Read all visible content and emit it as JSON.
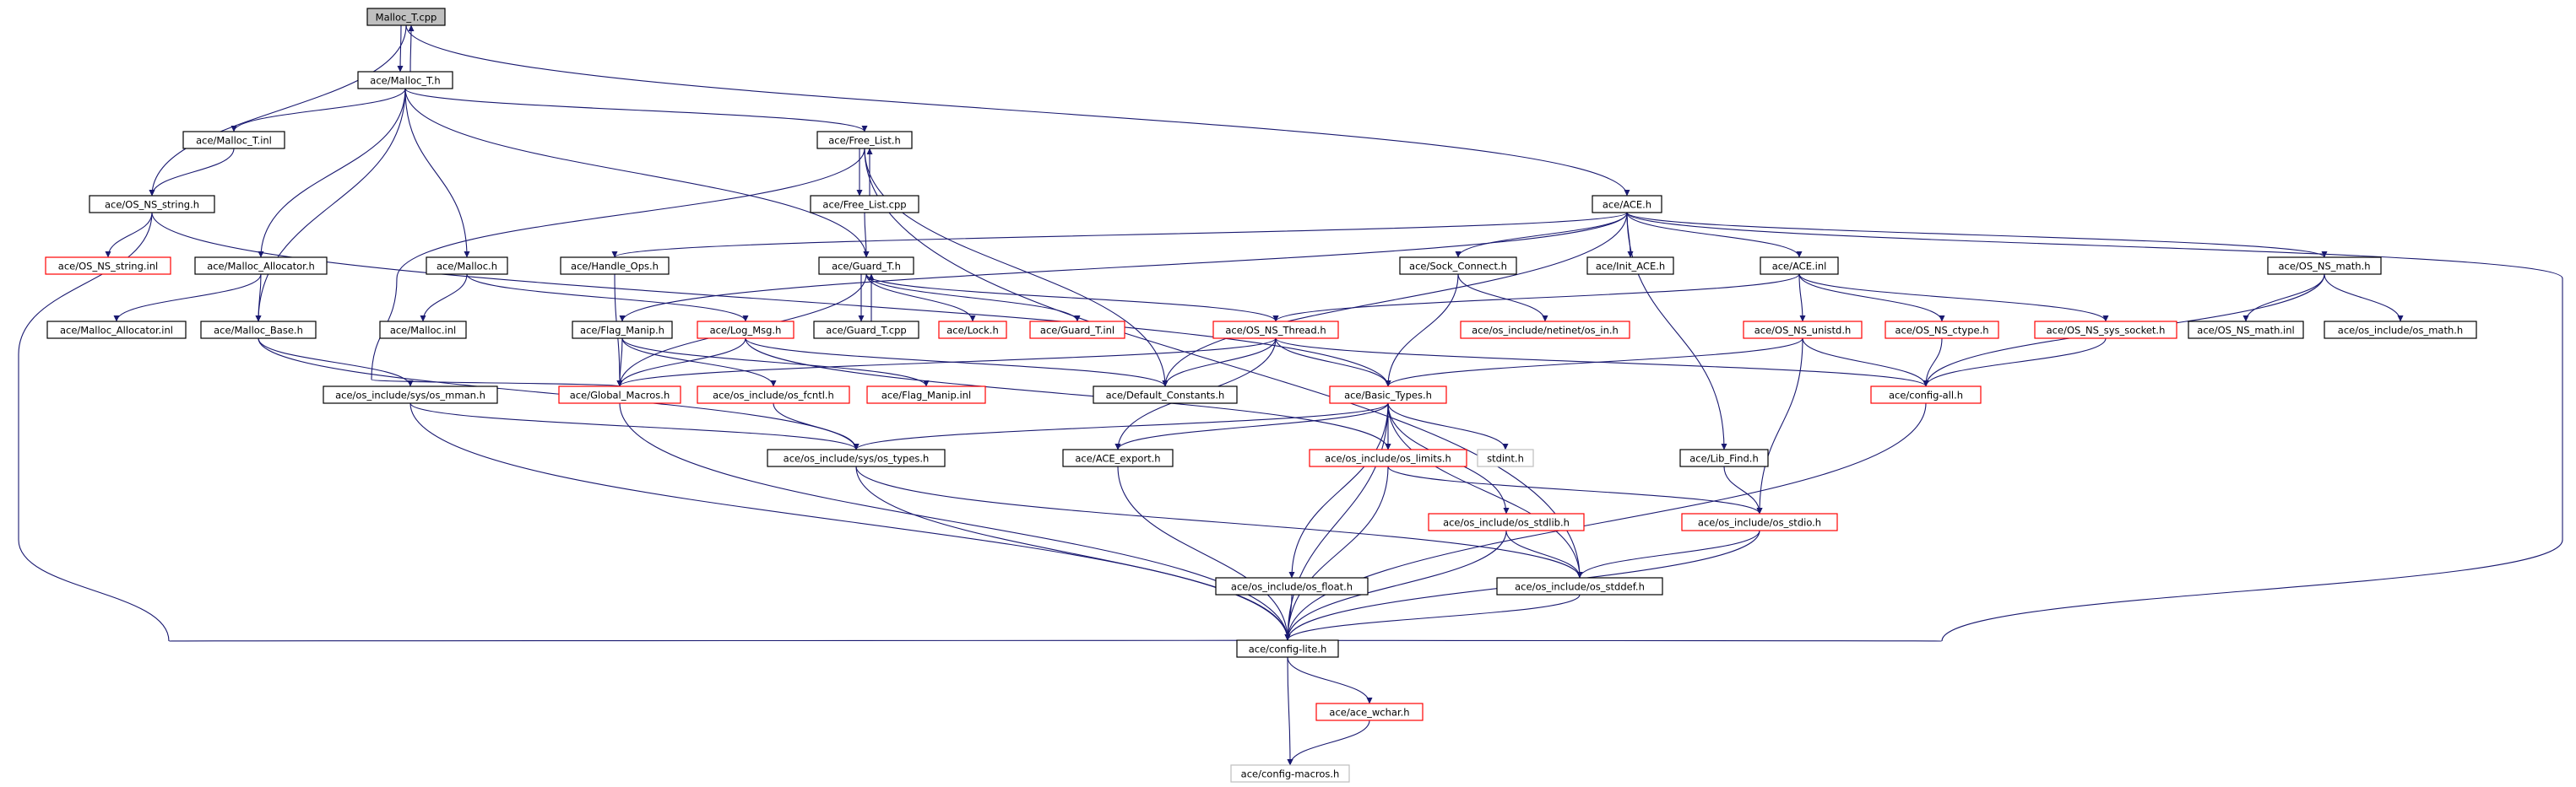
{
  "diagram": {
    "root": "Malloc_T.cpp",
    "colors": {
      "edge": "#191970",
      "border": "#000000",
      "incomplete_border": "#ff0000",
      "external_border": "#bfbfbf",
      "root_fill": "#bfbfbf",
      "background": "#ffffff"
    },
    "nodes": [
      {
        "id": "malloc_t_cpp",
        "label": "Malloc_T.cpp",
        "style": "root"
      },
      {
        "id": "malloc_t_h",
        "label": "ace/Malloc_T.h",
        "style": "normal"
      },
      {
        "id": "malloc_t_inl",
        "label": "ace/Malloc_T.inl",
        "style": "normal"
      },
      {
        "id": "free_list_h",
        "label": "ace/Free_List.h",
        "style": "normal"
      },
      {
        "id": "free_list_cpp",
        "label": "ace/Free_List.cpp",
        "style": "normal"
      },
      {
        "id": "os_ns_string_h",
        "label": "ace/OS_NS_string.h",
        "style": "normal"
      },
      {
        "id": "ace_h",
        "label": "ace/ACE.h",
        "style": "normal"
      },
      {
        "id": "os_ns_string_inl",
        "label": "ace/OS_NS_string.inl",
        "style": "incomplete"
      },
      {
        "id": "malloc_allocator_h",
        "label": "ace/Malloc_Allocator.h",
        "style": "normal"
      },
      {
        "id": "malloc_h",
        "label": "ace/Malloc.h",
        "style": "normal"
      },
      {
        "id": "handle_ops_h",
        "label": "ace/Handle_Ops.h",
        "style": "normal"
      },
      {
        "id": "guard_t_h",
        "label": "ace/Guard_T.h",
        "style": "normal"
      },
      {
        "id": "sock_connect_h",
        "label": "ace/Sock_Connect.h",
        "style": "normal"
      },
      {
        "id": "init_ace_h",
        "label": "ace/Init_ACE.h",
        "style": "normal"
      },
      {
        "id": "ace_inl",
        "label": "ace/ACE.inl",
        "style": "normal"
      },
      {
        "id": "os_ns_math_h",
        "label": "ace/OS_NS_math.h",
        "style": "normal"
      },
      {
        "id": "malloc_allocator_inl",
        "label": "ace/Malloc_Allocator.inl",
        "style": "normal"
      },
      {
        "id": "malloc_base_h",
        "label": "ace/Malloc_Base.h",
        "style": "normal"
      },
      {
        "id": "malloc_inl",
        "label": "ace/Malloc.inl",
        "style": "normal"
      },
      {
        "id": "flag_manip_h",
        "label": "ace/Flag_Manip.h",
        "style": "normal"
      },
      {
        "id": "log_msg_h",
        "label": "ace/Log_Msg.h",
        "style": "incomplete"
      },
      {
        "id": "guard_t_cpp",
        "label": "ace/Guard_T.cpp",
        "style": "normal"
      },
      {
        "id": "lock_h",
        "label": "ace/Lock.h",
        "style": "incomplete"
      },
      {
        "id": "guard_t_inl",
        "label": "ace/Guard_T.inl",
        "style": "incomplete"
      },
      {
        "id": "os_ns_thread_h",
        "label": "ace/OS_NS_Thread.h",
        "style": "incomplete"
      },
      {
        "id": "netinet_in_h",
        "label": "ace/os_include/netinet/os_in.h",
        "style": "incomplete"
      },
      {
        "id": "os_ns_unistd_h",
        "label": "ace/OS_NS_unistd.h",
        "style": "incomplete"
      },
      {
        "id": "os_ns_ctype_h",
        "label": "ace/OS_NS_ctype.h",
        "style": "incomplete"
      },
      {
        "id": "os_ns_sys_socket_h",
        "label": "ace/OS_NS_sys_socket.h",
        "style": "incomplete"
      },
      {
        "id": "os_ns_math_inl",
        "label": "ace/OS_NS_math.inl",
        "style": "normal"
      },
      {
        "id": "os_math_h",
        "label": "ace/os_include/os_math.h",
        "style": "normal"
      },
      {
        "id": "os_mman_h",
        "label": "ace/os_include/sys/os_mman.h",
        "style": "normal"
      },
      {
        "id": "global_macros_h",
        "label": "ace/Global_Macros.h",
        "style": "incomplete"
      },
      {
        "id": "os_fcntl_h",
        "label": "ace/os_include/os_fcntl.h",
        "style": "incomplete"
      },
      {
        "id": "flag_manip_inl",
        "label": "ace/Flag_Manip.inl",
        "style": "incomplete"
      },
      {
        "id": "default_constants_h",
        "label": "ace/Default_Constants.h",
        "style": "normal"
      },
      {
        "id": "basic_types_h",
        "label": "ace/Basic_Types.h",
        "style": "incomplete"
      },
      {
        "id": "config_all_h",
        "label": "ace/config-all.h",
        "style": "incomplete"
      },
      {
        "id": "os_types_h",
        "label": "ace/os_include/sys/os_types.h",
        "style": "normal"
      },
      {
        "id": "ace_export_h",
        "label": "ace/ACE_export.h",
        "style": "normal"
      },
      {
        "id": "os_limits_h",
        "label": "ace/os_include/os_limits.h",
        "style": "incomplete"
      },
      {
        "id": "stdint_h",
        "label": "stdint.h",
        "style": "external"
      },
      {
        "id": "lib_find_h",
        "label": "ace/Lib_Find.h",
        "style": "normal"
      },
      {
        "id": "os_stdlib_h",
        "label": "ace/os_include/os_stdlib.h",
        "style": "incomplete"
      },
      {
        "id": "os_stdio_h",
        "label": "ace/os_include/os_stdio.h",
        "style": "incomplete"
      },
      {
        "id": "os_float_h",
        "label": "ace/os_include/os_float.h",
        "style": "normal"
      },
      {
        "id": "os_stddef_h",
        "label": "ace/os_include/os_stddef.h",
        "style": "normal"
      },
      {
        "id": "config_lite_h",
        "label": "ace/config-lite.h",
        "style": "normal"
      },
      {
        "id": "ace_wchar_h",
        "label": "ace/ace_wchar.h",
        "style": "incomplete"
      },
      {
        "id": "config_macros_h",
        "label": "ace/config-macros.h",
        "style": "external"
      }
    ],
    "edges": [
      [
        "malloc_t_cpp",
        "malloc_t_h"
      ],
      [
        "malloc_t_h",
        "malloc_t_cpp"
      ],
      [
        "malloc_t_cpp",
        "os_ns_string_h"
      ],
      [
        "malloc_t_cpp",
        "ace_h"
      ],
      [
        "malloc_t_h",
        "malloc_t_inl"
      ],
      [
        "malloc_t_h",
        "free_list_h"
      ],
      [
        "malloc_t_h",
        "malloc_allocator_h"
      ],
      [
        "malloc_t_h",
        "malloc_base_h"
      ],
      [
        "malloc_t_h",
        "malloc_h"
      ],
      [
        "malloc_t_h",
        "guard_t_h"
      ],
      [
        "malloc_t_inl",
        "os_ns_string_h"
      ],
      [
        "free_list_h",
        "free_list_cpp"
      ],
      [
        "free_list_cpp",
        "free_list_h"
      ],
      [
        "free_list_h",
        "global_macros_h"
      ],
      [
        "free_list_h",
        "default_constants_h"
      ],
      [
        "free_list_h",
        "os_stddef_h"
      ],
      [
        "free_list_cpp",
        "guard_t_h"
      ],
      [
        "os_ns_string_h",
        "os_ns_string_inl"
      ],
      [
        "os_ns_string_h",
        "basic_types_h"
      ],
      [
        "os_ns_string_h",
        "config_lite_h"
      ],
      [
        "ace_h",
        "handle_ops_h"
      ],
      [
        "ace_h",
        "flag_manip_h"
      ],
      [
        "ace_h",
        "sock_connect_h"
      ],
      [
        "ace_h",
        "init_ace_h"
      ],
      [
        "ace_h",
        "ace_inl"
      ],
      [
        "ace_h",
        "os_ns_math_h"
      ],
      [
        "ace_h",
        "default_constants_h"
      ],
      [
        "ace_h",
        "lib_find_h"
      ],
      [
        "ace_h",
        "config_lite_h"
      ],
      [
        "malloc_allocator_h",
        "malloc_allocator_inl"
      ],
      [
        "malloc_allocator_h",
        "malloc_base_h"
      ],
      [
        "malloc_h",
        "malloc_inl"
      ],
      [
        "malloc_h",
        "log_msg_h"
      ],
      [
        "malloc_base_h",
        "os_mman_h"
      ],
      [
        "malloc_base_h",
        "os_types_h"
      ],
      [
        "handle_ops_h",
        "global_macros_h"
      ],
      [
        "guard_t_h",
        "guard_t_cpp"
      ],
      [
        "guard_t_cpp",
        "guard_t_h"
      ],
      [
        "guard_t_h",
        "lock_h"
      ],
      [
        "guard_t_h",
        "guard_t_inl"
      ],
      [
        "guard_t_h",
        "os_ns_thread_h"
      ],
      [
        "guard_t_h",
        "global_macros_h"
      ],
      [
        "sock_connect_h",
        "netinet_in_h"
      ],
      [
        "sock_connect_h",
        "basic_types_h"
      ],
      [
        "ace_inl",
        "os_ns_thread_h"
      ],
      [
        "ace_inl",
        "os_ns_unistd_h"
      ],
      [
        "ace_inl",
        "os_ns_ctype_h"
      ],
      [
        "ace_inl",
        "os_ns_sys_socket_h"
      ],
      [
        "os_ns_math_h",
        "os_ns_math_inl"
      ],
      [
        "os_ns_math_h",
        "os_math_h"
      ],
      [
        "os_ns_math_h",
        "config_all_h"
      ],
      [
        "flag_manip_h",
        "global_macros_h"
      ],
      [
        "flag_manip_h",
        "os_fcntl_h"
      ],
      [
        "flag_manip_h",
        "flag_manip_inl"
      ],
      [
        "log_msg_h",
        "global_macros_h"
      ],
      [
        "log_msg_h",
        "default_constants_h"
      ],
      [
        "log_msg_h",
        "os_limits_h"
      ],
      [
        "os_ns_thread_h",
        "global_macros_h"
      ],
      [
        "os_ns_thread_h",
        "default_constants_h"
      ],
      [
        "os_ns_thread_h",
        "basic_types_h"
      ],
      [
        "os_ns_thread_h",
        "config_all_h"
      ],
      [
        "os_ns_thread_h",
        "ace_export_h"
      ],
      [
        "os_ns_unistd_h",
        "basic_types_h"
      ],
      [
        "os_ns_unistd_h",
        "config_all_h"
      ],
      [
        "os_ns_unistd_h",
        "os_stdio_h"
      ],
      [
        "os_ns_ctype_h",
        "config_all_h"
      ],
      [
        "os_ns_sys_socket_h",
        "config_all_h"
      ],
      [
        "os_mman_h",
        "os_types_h"
      ],
      [
        "os_mman_h",
        "config_lite_h"
      ],
      [
        "global_macros_h",
        "config_lite_h"
      ],
      [
        "os_fcntl_h",
        "os_types_h"
      ],
      [
        "basic_types_h",
        "os_types_h"
      ],
      [
        "basic_types_h",
        "ace_export_h"
      ],
      [
        "basic_types_h",
        "os_limits_h"
      ],
      [
        "basic_types_h",
        "stdint_h"
      ],
      [
        "basic_types_h",
        "os_stdlib_h"
      ],
      [
        "basic_types_h",
        "os_float_h"
      ],
      [
        "basic_types_h",
        "os_stddef_h"
      ],
      [
        "basic_types_h",
        "config_lite_h"
      ],
      [
        "config_all_h",
        "config_lite_h"
      ],
      [
        "os_types_h",
        "os_stddef_h"
      ],
      [
        "os_types_h",
        "config_lite_h"
      ],
      [
        "ace_export_h",
        "config_lite_h"
      ],
      [
        "os_limits_h",
        "os_stdio_h"
      ],
      [
        "os_limits_h",
        "config_lite_h"
      ],
      [
        "lib_find_h",
        "os_stdio_h"
      ],
      [
        "os_stdlib_h",
        "os_stddef_h"
      ],
      [
        "os_stdlib_h",
        "config_lite_h"
      ],
      [
        "os_stdio_h",
        "os_stddef_h"
      ],
      [
        "os_stdio_h",
        "config_lite_h"
      ],
      [
        "os_float_h",
        "config_lite_h"
      ],
      [
        "os_stddef_h",
        "config_lite_h"
      ],
      [
        "config_lite_h",
        "ace_wchar_h"
      ],
      [
        "config_lite_h",
        "config_macros_h"
      ],
      [
        "ace_wchar_h",
        "config_macros_h"
      ]
    ]
  }
}
